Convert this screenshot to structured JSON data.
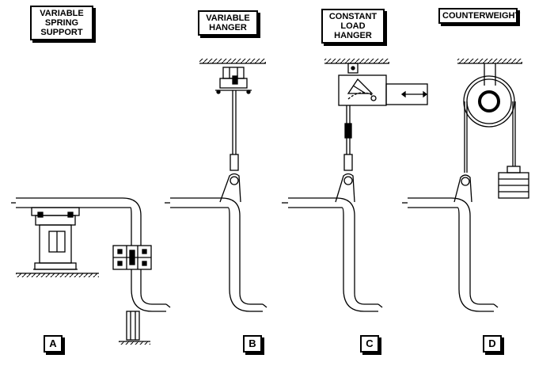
{
  "panels": [
    {
      "title_lines": [
        "VARIABLE",
        "SPRING",
        "SUPPORT"
      ],
      "label": "A"
    },
    {
      "title_lines": [
        "VARIABLE",
        "HANGER"
      ],
      "label": "B"
    },
    {
      "title_lines": [
        "CONSTANT",
        "LOAD",
        "HANGER"
      ],
      "label": "C"
    },
    {
      "title_lines": [
        "COUNTERWEIGHT"
      ],
      "label": "D"
    }
  ]
}
